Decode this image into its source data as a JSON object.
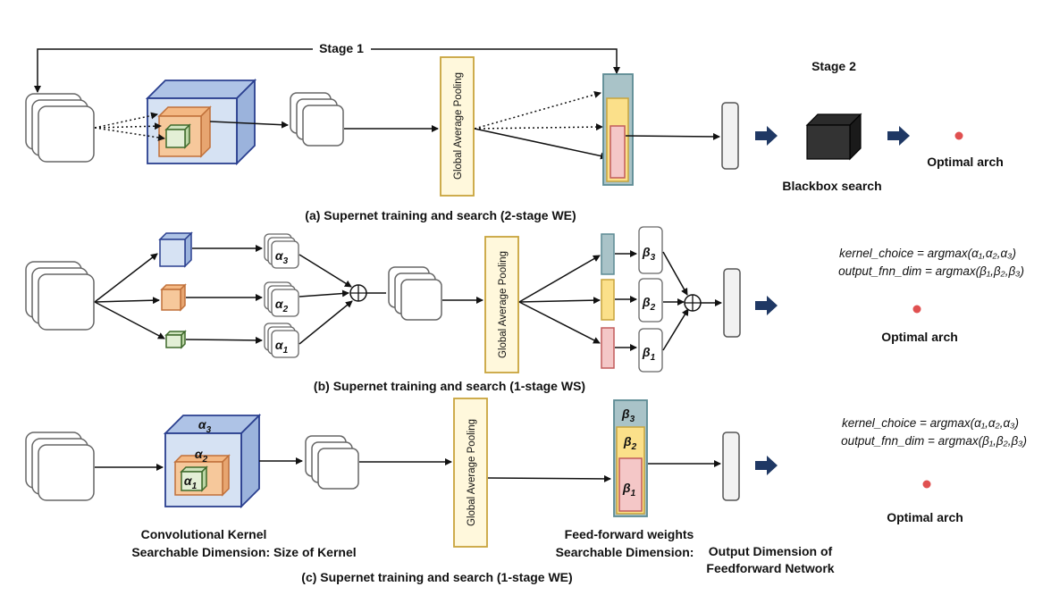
{
  "panel_a": {
    "stage1": "Stage 1",
    "stage2": "Stage 2",
    "gap": "Global Average Pooling",
    "blackbox": "Blackbox search",
    "optimal": "Optimal arch",
    "caption": "(a) Supernet training and search (2-stage WE)"
  },
  "panel_b": {
    "gap": "Global Average Pooling",
    "alpha3": "α",
    "alpha3_sub": "3",
    "alpha2": "α",
    "alpha2_sub": "2",
    "alpha1": "α",
    "alpha1_sub": "1",
    "beta3": "β",
    "beta3_sub": "3",
    "beta2": "β",
    "beta2_sub": "2",
    "beta1": "β",
    "beta1_sub": "1",
    "formula1": "kernel_choice = argmax(α₁,α₂,α₃)",
    "formula2": "output_fnn_dim = argmax(β₁,β₂,β₃)",
    "optimal": "Optimal arch",
    "caption": "(b) Supernet training and search (1-stage WS)"
  },
  "panel_c": {
    "gap": "Global Average Pooling",
    "alpha3": "α",
    "alpha3_sub": "3",
    "alpha2": "α",
    "alpha2_sub": "2",
    "alpha1": "α",
    "alpha1_sub": "1",
    "beta3": "β",
    "beta3_sub": "3",
    "beta2": "β",
    "beta2_sub": "2",
    "beta1": "β",
    "beta1_sub": "1",
    "kernel_label1": "Convolutional Kernel",
    "kernel_label2": "Searchable Dimension: Size of Kernel",
    "ff_label1": "Feed-forward weights",
    "ff_label2": "Searchable Dimension:",
    "ff_label3": "Output Dimension of",
    "ff_label4": "Feedforward Network",
    "formula1": "kernel_choice = argmax(α₁,α₂,α₃)",
    "formula2": "output_fnn_dim = argmax(β₁,β₂,β₃)",
    "optimal": "Optimal arch",
    "caption": "(c) Supernet training and search (1-stage WE)"
  },
  "colors": {
    "blue_fill": "#d6e2f3",
    "blue_stroke": "#2a3f8f",
    "orange_fill": "#f6c89b",
    "orange_stroke": "#c0703a",
    "green_fill": "#e3efd6",
    "green_stroke": "#3f6a2c",
    "yellow_fill": "#fbe08a",
    "yellow_stroke": "#c8a43c",
    "pink_fill": "#f4c7c7",
    "pink_stroke": "#c25b5b",
    "teal_fill": "#a9c3c8",
    "teal_stroke": "#5c8a93",
    "navy_arrow": "#1f3864",
    "red_dot": "#e05050"
  }
}
